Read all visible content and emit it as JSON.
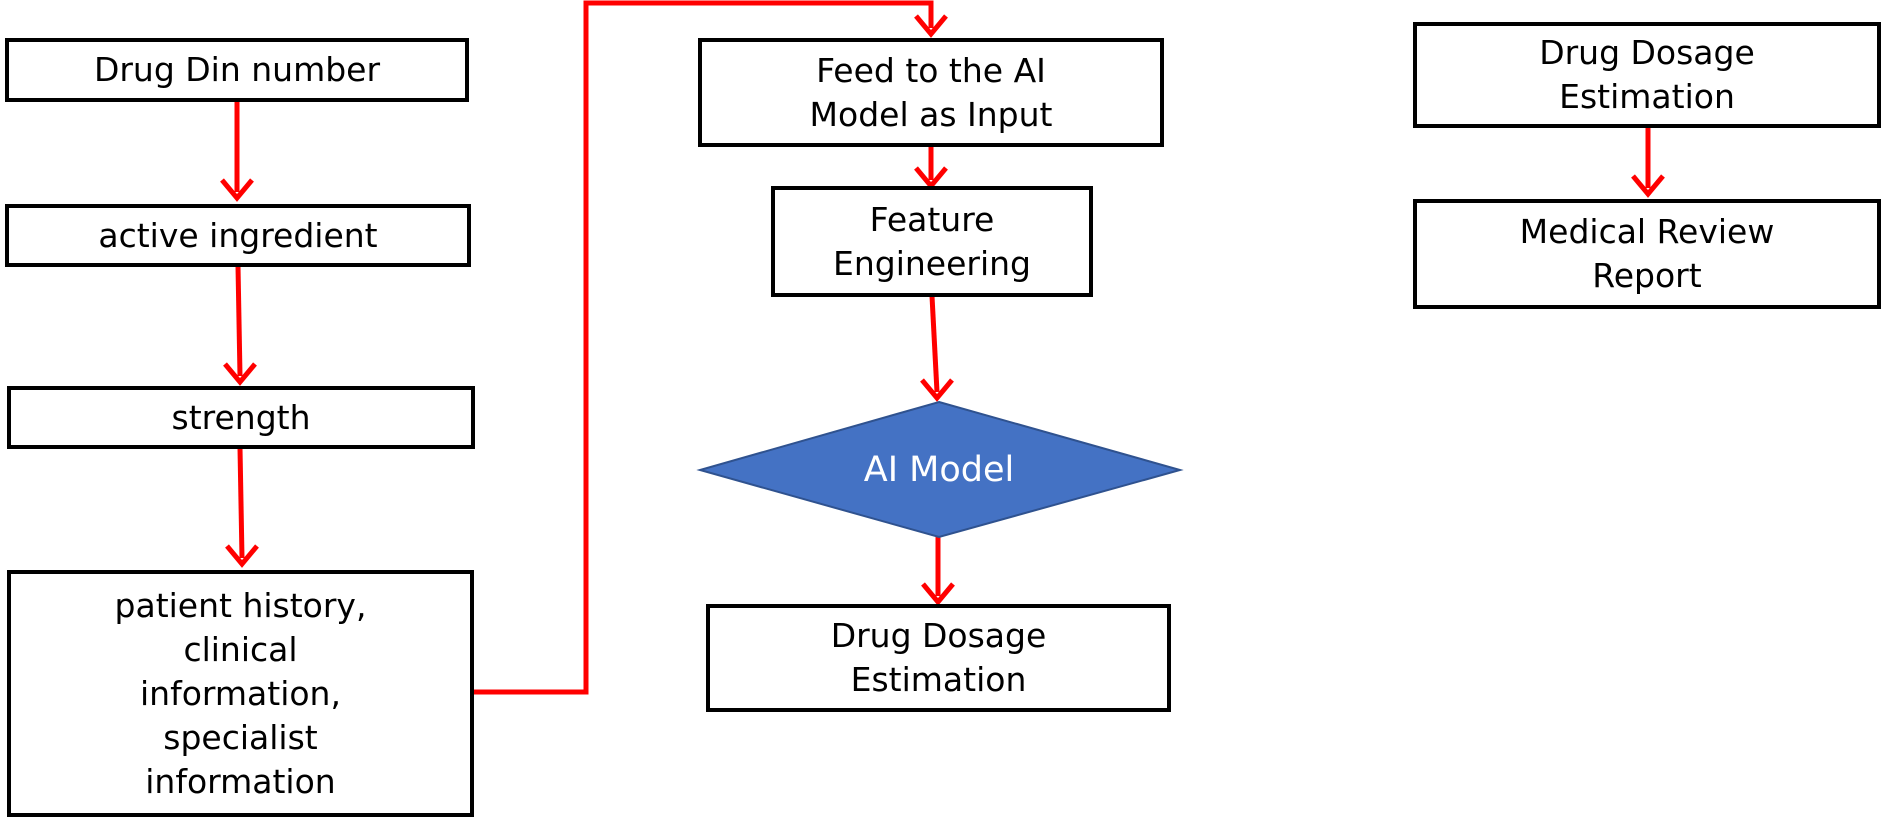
{
  "colors": {
    "arrow": "#ff0000",
    "box_border": "#000000",
    "box_fill": "#ffffff",
    "diamond_fill": "#4472c4",
    "diamond_border": "#2f528f",
    "diamond_text": "#ffffff"
  },
  "nodes": {
    "din_number": "Drug Din number",
    "active_ingredient": "active ingredient",
    "strength": "strength",
    "patient_info": "patient history,\nclinical\ninformation,\nspecialist\ninformation",
    "feed_ai": "Feed to the AI\nModel as Input",
    "feature_engineering": "Feature\nEngineering",
    "ai_model": "AI Model",
    "dosage_estimation": "Drug Dosage\nEstimation",
    "dosage_estimation_right": "Drug Dosage\nEstimation",
    "medical_review": "Medical Review\nReport"
  }
}
